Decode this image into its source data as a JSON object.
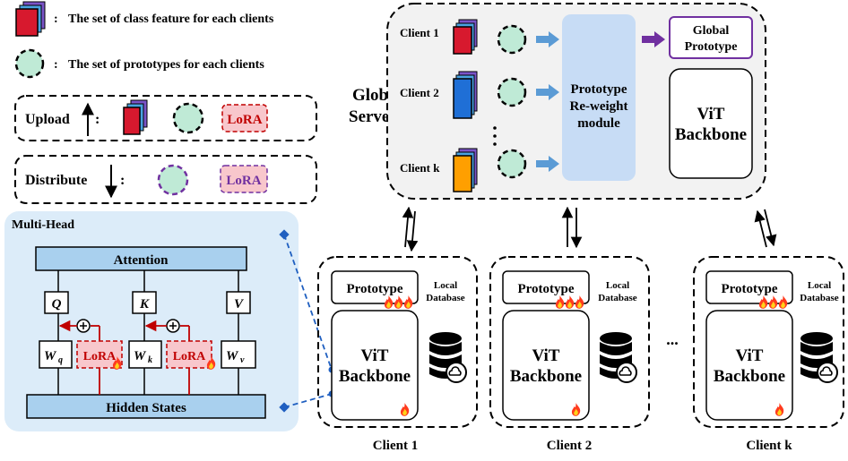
{
  "legend": {
    "class_feature_text": "The set of class feature for each clients",
    "prototype_text": "The set of prototypes for each clients",
    "separator": ":"
  },
  "upload": {
    "label": "Upload",
    "lora": "LoRA"
  },
  "distribute": {
    "label": "Distribute",
    "lora": "LoRA"
  },
  "server": {
    "label_line1": "Global",
    "label_line2": "Server",
    "clients": [
      "Client 1",
      "Client 2",
      "Client k"
    ],
    "reweight_line1": "Prototype",
    "reweight_line2": "Re-weight",
    "reweight_line3": "module",
    "global_proto_line1": "Global",
    "global_proto_line2": "Prototype",
    "vit_line1": "ViT",
    "vit_line2": "Backbone"
  },
  "multihead": {
    "title": "Multi-Head",
    "attention": "Attention",
    "hidden_states": "Hidden States",
    "q": "Q",
    "k": "K",
    "v": "V",
    "w": "W",
    "wq_sub": "q",
    "wk_sub": "k",
    "wv_sub": "v",
    "lora": "LoRA",
    "plus": "⊕"
  },
  "local": {
    "prototype": "Prototype",
    "database_line1": "Local",
    "database_line2": "Database",
    "vit_line1": "ViT",
    "vit_line2": "Backbone",
    "client_labels": [
      "Client 1",
      "Client 2",
      "Client k"
    ],
    "ellipsis": "..."
  },
  "colors": {
    "feature_red": "#d7192e",
    "feature_blue": "#1f6fd6",
    "feature_orange": "#ff9f00",
    "prototype_green": "#bfead6",
    "lora_pink": "#f8c7cc",
    "reweight_blue": "#c7dcf5",
    "panel_blue": "#dcecf9",
    "bar_blue": "#a9d0ee",
    "purple": "#7030a0",
    "arrow_blue": "#5b9bd5"
  }
}
